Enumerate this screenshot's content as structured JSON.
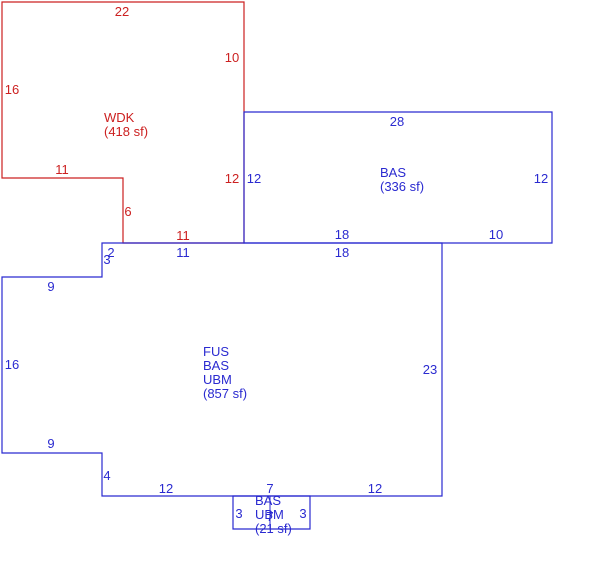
{
  "colors": {
    "wdk": "#cc2020",
    "main": "#2a2ad0",
    "background": "#ffffff"
  },
  "areas": {
    "wdk": {
      "lines": [
        "WDK",
        "(418 sf)"
      ]
    },
    "bas_upper": {
      "lines": [
        "BAS",
        "(336 sf)"
      ]
    },
    "main_block": {
      "lines": [
        "FUS",
        "BAS",
        "UBM",
        "(857 sf)"
      ]
    },
    "bump": {
      "lines": [
        "BAS",
        "UBM",
        "(21 sf)"
      ]
    }
  },
  "dimensions": {
    "wdk_top": "22",
    "wdk_left": "16",
    "wdk_right_upper": "10",
    "wdk_step_horizontal": "11",
    "wdk_step_vertical": "6",
    "wdk_bottom": "11",
    "wdk_right_lower": "12",
    "bas_top": "28",
    "bas_left": "12",
    "bas_right": "12",
    "bas_bottom_left": "18",
    "bas_bottom_right": "10",
    "main_top_left": "11",
    "main_top_right": "18",
    "main_notch_top": "2",
    "main_notch_side": "3",
    "main_left_upper": "9",
    "main_left": "16",
    "main_left_lower": "9",
    "main_left_bottom_step": "4",
    "main_bottom_left": "12",
    "main_bottom_mid": "7",
    "main_bottom_right": "12",
    "main_right": "23",
    "bump_left": "3",
    "bump_right": "3",
    "bump_center": "7"
  }
}
